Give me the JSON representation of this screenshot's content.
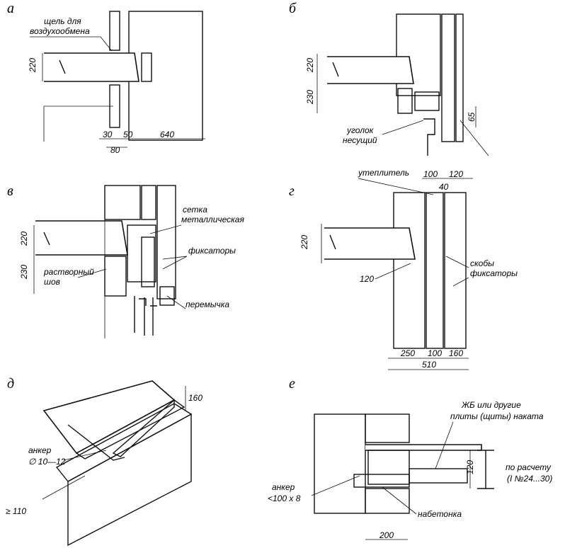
{
  "panels": {
    "a": {
      "letter": "а",
      "label_slot_1": "щель для",
      "label_slot_2": "воздухообмена",
      "dim_220": "220",
      "dim_30": "30",
      "dim_50": "50",
      "dim_640": "640",
      "dim_80": "80"
    },
    "b": {
      "letter": "б",
      "dim_220": "220",
      "dim_230": "230",
      "dim_65": "65",
      "label_angle_1": "уголок",
      "label_angle_2": "несущий"
    },
    "v": {
      "letter": "в",
      "dim_220": "220",
      "dim_230": "230",
      "label_mesh_1": "сетка",
      "label_mesh_2": "металлическая",
      "label_fixers": "фиксаторы",
      "label_mortar_1": "растворный",
      "label_mortar_2": "шов",
      "label_lintel": "перемычка"
    },
    "g": {
      "letter": "г",
      "label_insulation": "утеплитель",
      "dim_100_top": "100",
      "dim_120_top": "120",
      "dim_40": "40",
      "dim_220": "220",
      "dim_120_left": "120",
      "label_brackets": "скобы",
      "label_fixers": "фиксаторы",
      "dim_250": "250",
      "dim_100_bottom": "100",
      "dim_160": "160",
      "dim_510": "510"
    },
    "d": {
      "letter": "д",
      "dim_160": "160",
      "label_anchor_1": "анкер",
      "label_anchor_2": "∅ 10—12",
      "dim_110": "≥ 110"
    },
    "e": {
      "letter": "е",
      "label_slabs_1": "ЖБ или другие",
      "label_slabs_2": "плиты (щиты) наката",
      "dim_120": "120",
      "label_calc_1": "по расчету",
      "label_calc_2": "(I №24...30)",
      "label_anchor_1": "анкер",
      "label_anchor_2": "<100 х 8",
      "label_topping": "набетонка",
      "dim_200": "200"
    }
  }
}
